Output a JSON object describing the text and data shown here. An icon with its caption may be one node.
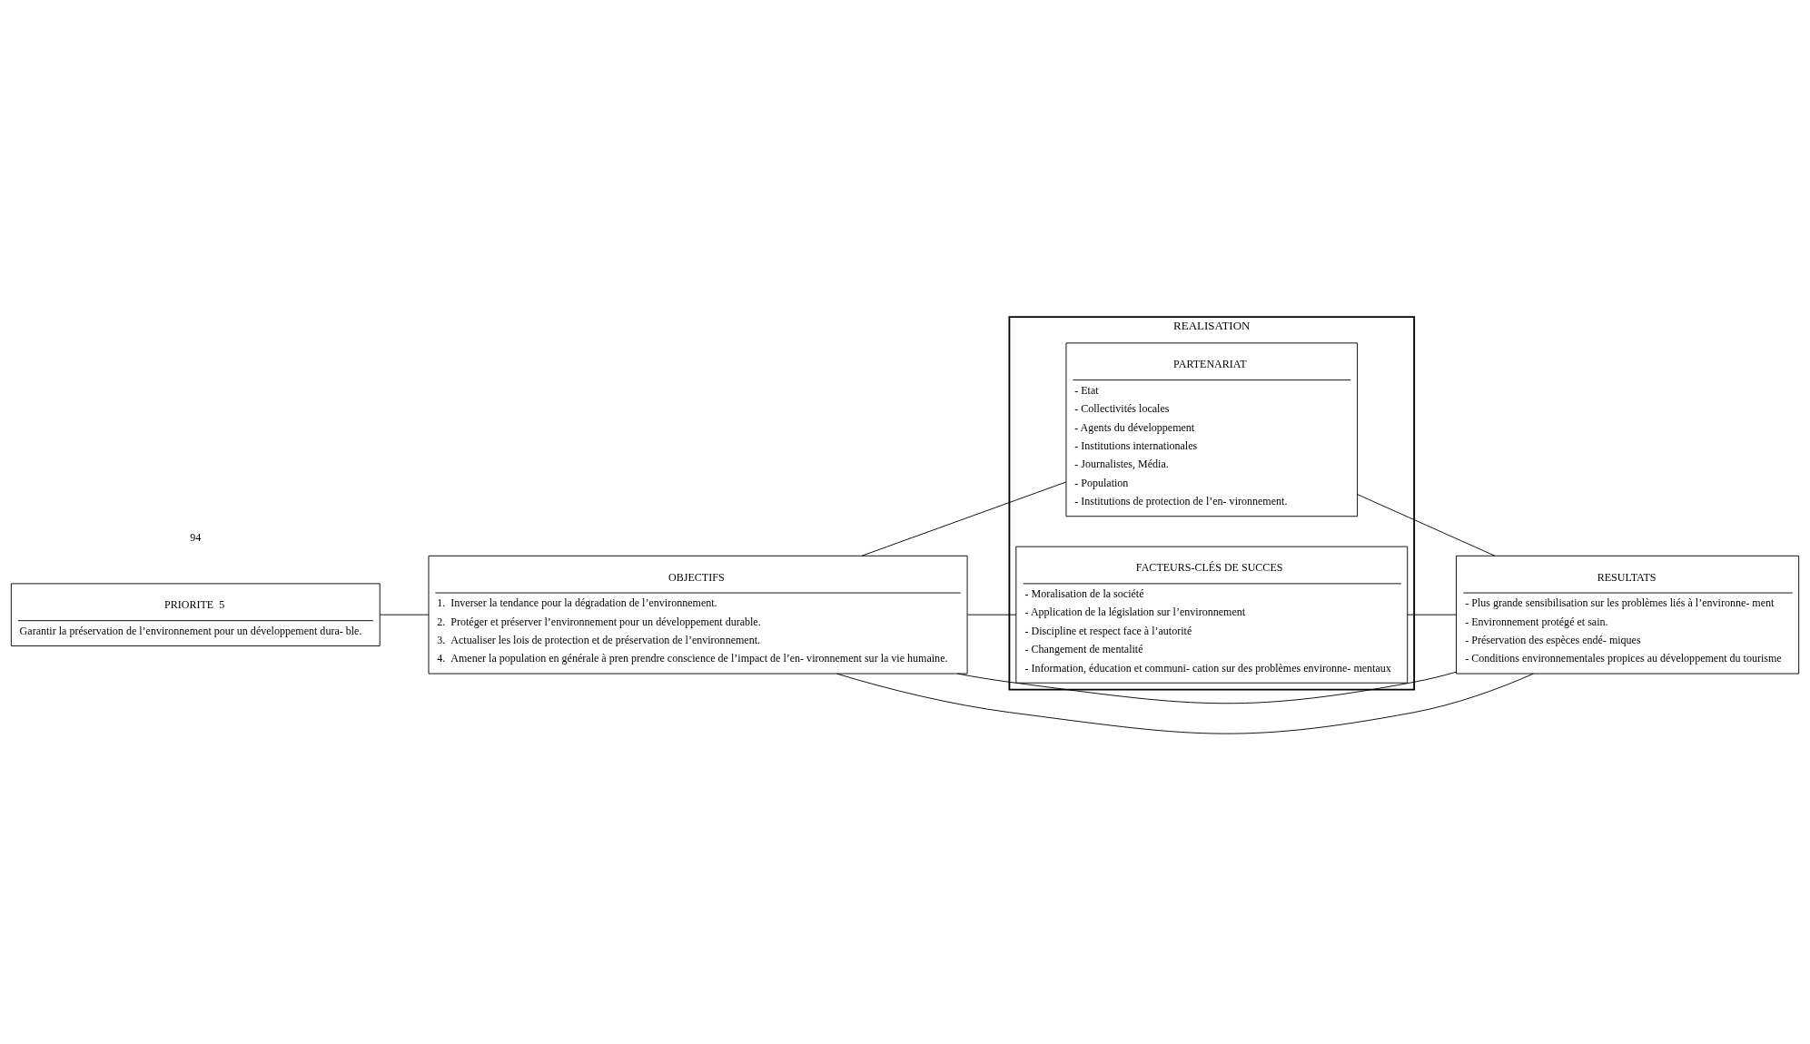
{
  "diagram": {
    "nodes": [
      {
        "text": [
          "PRIORITE  5",
          "Garantir la préservation de l’environnement pour un développement dura- ble."
        ]
      },
      {
        "text": [
          "OBJECTIFS",
          "1.  Inverser la tendance pour la dégradation de l’environnement.",
          "2.  Protéger et préserver l’environnement pour un développement durable.",
          "3.  Actualiser les lois de protection et de préservation de l’environnement.",
          "4.  Amener la population en générale à pren prendre conscience de l’impact de l’en- vironnement sur la vie humaine."
        ]
      },
      {
        "text": [
          "REALISATION"
        ]
      },
      {
        "text": [
          "PARTENARIAT",
          "- Etat",
          "- Collectivités locales",
          "- Agents du développement",
          "- Institutions internationales",
          "- Journalistes, Média.",
          "- Population",
          "- Institutions de protection de l’en- vironnement."
        ],
        "in": 2
      },
      {
        "text": [
          "FACTEURS-CLÉS DE SUCCES",
          "- Moralisation de la société",
          "- Application de la législation sur l’environnement",
          "- Discipline et respect face à l’autorité",
          "- Changement de mentalité",
          "- Information, éducation et communi- cation sur des problèmes environne- mentaux"
        ],
        "in": 2
      },
      {
        "text": [
          "RESULTATS",
          "- Plus grande sensibilisation sur les problèmes liés à l’environne- ment",
          "- Environnement protégé et sain.",
          "- Préservation des espèces endé- miques",
          "- Conditions environnementales propices au développement du tourisme"
        ]
      }
    ],
    "edges": [
      {
        "from": 0,
        "to": 1,
        "arrow": "none"
      },
      {
        "from": 1,
        "to": 3,
        "arrow": "none"
      },
      {
        "from": 1,
        "to": 4,
        "arrow": "none"
      },
      {
        "from": 3,
        "to": 5,
        "arrow": "none"
      },
      {
        "from": 4,
        "to": 5,
        "arrow": "none"
      },
      {
        "from": 5,
        "to": 1,
        "arrow": "none"
      },
      {
        "from": 1,
        "to": 5,
        "arrow": "none"
      }
    ],
    "labels": [
      "94"
    ]
  }
}
